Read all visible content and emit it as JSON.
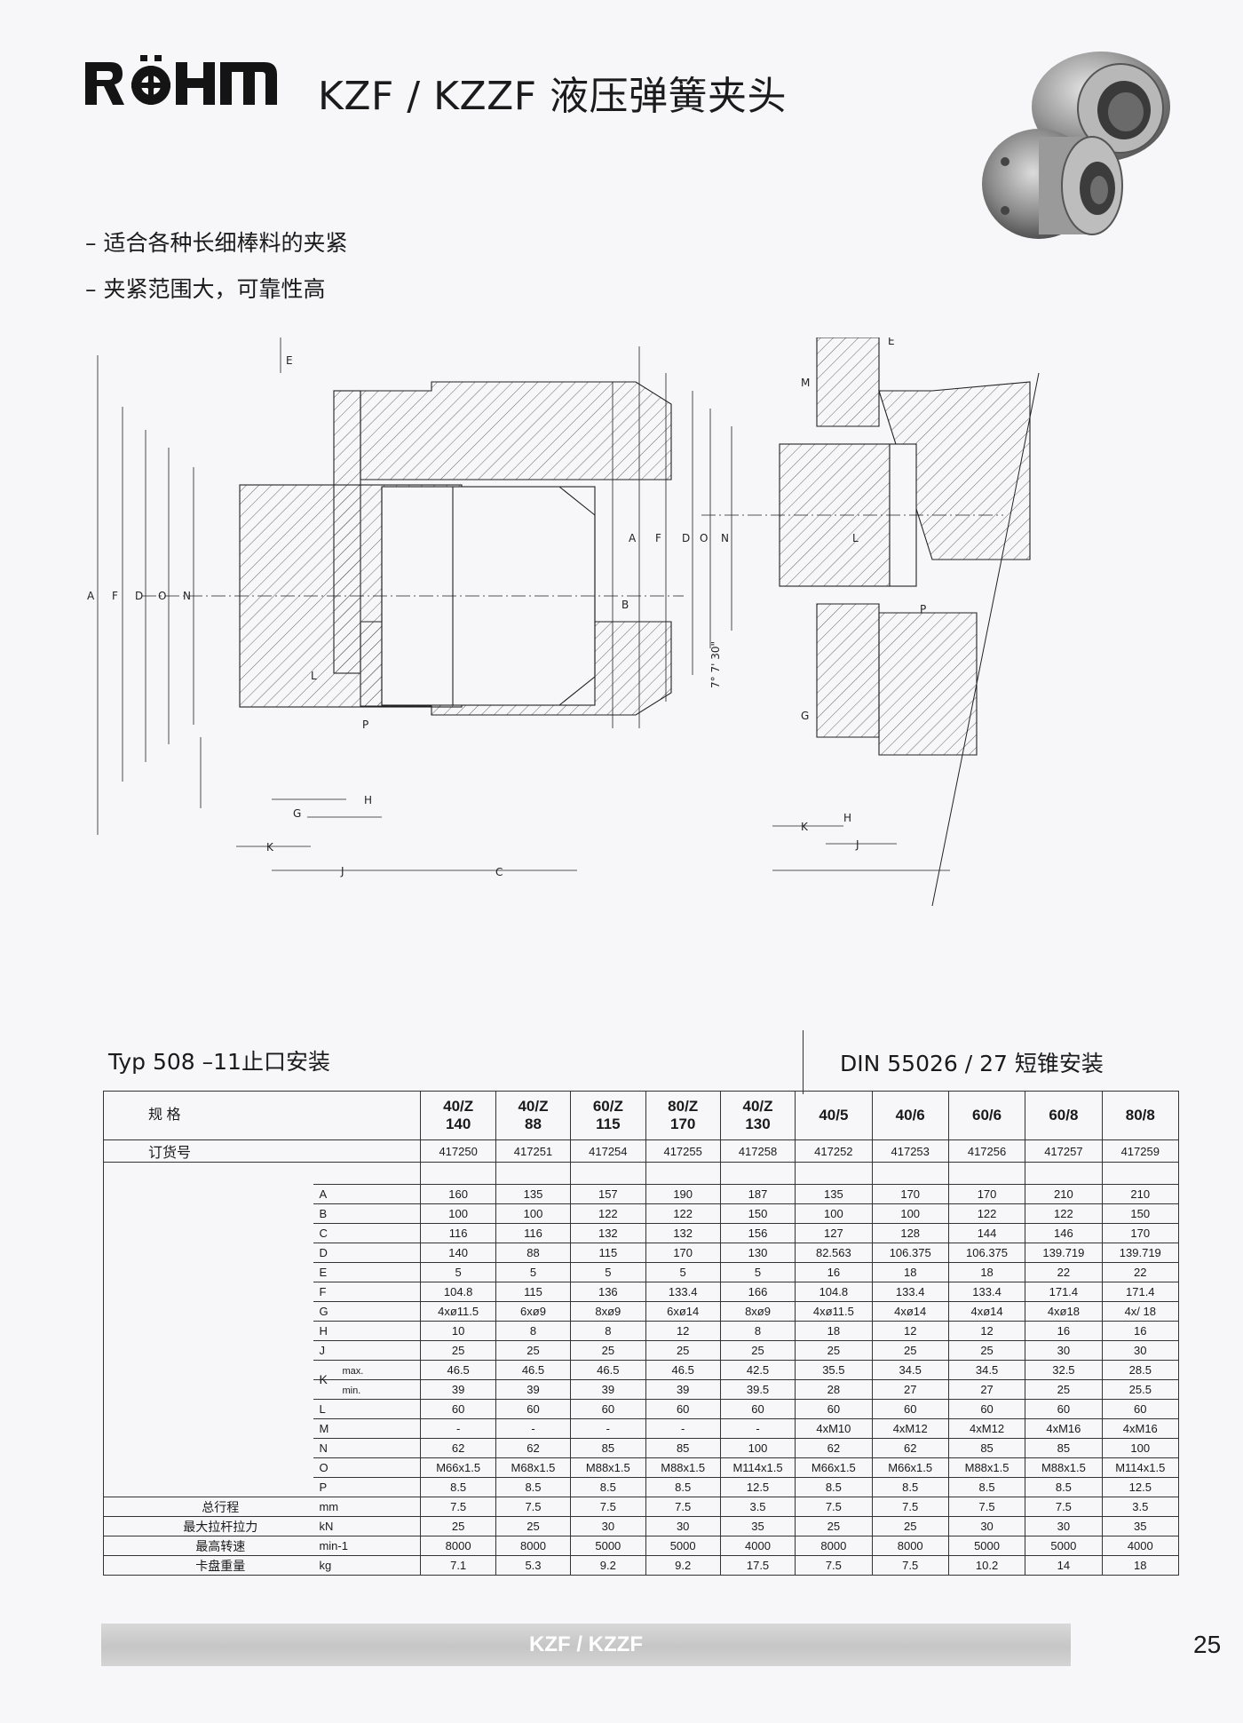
{
  "header": {
    "brand": "RÖHM",
    "title": "KZF / KZZF 液压弹簧夹头"
  },
  "features": [
    "– 适合各种长细棒料的夹紧",
    "– 夹紧范围大，可靠性高"
  ],
  "drawing": {
    "left_labels": [
      "A",
      "F",
      "D",
      "O",
      "N",
      "B",
      "E",
      "L",
      "P",
      "G",
      "H",
      "K",
      "J",
      "C"
    ],
    "right_labels": [
      "A",
      "F",
      "D",
      "O",
      "N",
      "E",
      "M",
      "L",
      "P",
      "G",
      "H",
      "K",
      "J"
    ],
    "angle": "7° 7' 30\""
  },
  "sections": {
    "left": "Typ 508 –11止口安装",
    "right": "DIN 55026 / 27 短锥安装"
  },
  "table": {
    "spec_label": "规 格",
    "order_label": "订货号",
    "models": [
      {
        "line1": "40/Z",
        "line2": "140"
      },
      {
        "line1": "40/Z",
        "line2": "88"
      },
      {
        "line1": "60/Z",
        "line2": "115"
      },
      {
        "line1": "80/Z",
        "line2": "170"
      },
      {
        "line1": "40/Z",
        "line2": "130"
      },
      {
        "line1": "40/5",
        "line2": ""
      },
      {
        "line1": "40/6",
        "line2": ""
      },
      {
        "line1": "60/6",
        "line2": ""
      },
      {
        "line1": "60/8",
        "line2": ""
      },
      {
        "line1": "80/8",
        "line2": ""
      }
    ],
    "order_numbers": [
      "417250",
      "417251",
      "417254",
      "417255",
      "417258",
      "417252",
      "417253",
      "417256",
      "417257",
      "417259"
    ],
    "dims": [
      {
        "label": "A",
        "values": [
          "160",
          "135",
          "157",
          "190",
          "187",
          "135",
          "170",
          "170",
          "210",
          "210"
        ]
      },
      {
        "label": "B",
        "values": [
          "100",
          "100",
          "122",
          "122",
          "150",
          "100",
          "100",
          "122",
          "122",
          "150"
        ]
      },
      {
        "label": "C",
        "values": [
          "116",
          "116",
          "132",
          "132",
          "156",
          "127",
          "128",
          "144",
          "146",
          "170"
        ]
      },
      {
        "label": "D",
        "values": [
          "140",
          "88",
          "115",
          "170",
          "130",
          "82.563",
          "106.375",
          "106.375",
          "139.719",
          "139.719"
        ]
      },
      {
        "label": "E",
        "values": [
          "5",
          "5",
          "5",
          "5",
          "5",
          "16",
          "18",
          "18",
          "22",
          "22"
        ]
      },
      {
        "label": "F",
        "values": [
          "104.8",
          "115",
          "136",
          "133.4",
          "166",
          "104.8",
          "133.4",
          "133.4",
          "171.4",
          "171.4"
        ]
      },
      {
        "label": "G",
        "values": [
          "4xø11.5",
          "6xø9",
          "8xø9",
          "6xø14",
          "8xø9",
          "4xø11.5",
          "4xø14",
          "4xø14",
          "4xø18",
          "4x/ 18"
        ]
      },
      {
        "label": "H",
        "values": [
          "10",
          "8",
          "8",
          "12",
          "8",
          "18",
          "12",
          "12",
          "16",
          "16"
        ]
      },
      {
        "label": "J",
        "values": [
          "25",
          "25",
          "25",
          "25",
          "25",
          "25",
          "25",
          "25",
          "30",
          "30"
        ]
      }
    ],
    "k_label": "K",
    "k_max_label": "max.",
    "k_min_label": "min.",
    "k_max": [
      "46.5",
      "46.5",
      "46.5",
      "46.5",
      "42.5",
      "35.5",
      "34.5",
      "34.5",
      "32.5",
      "28.5"
    ],
    "k_min": [
      "39",
      "39",
      "39",
      "39",
      "39.5",
      "28",
      "27",
      "27",
      "25",
      "25.5"
    ],
    "dims2": [
      {
        "label": "L",
        "values": [
          "60",
          "60",
          "60",
          "60",
          "60",
          "60",
          "60",
          "60",
          "60",
          "60"
        ]
      },
      {
        "label": "M",
        "values": [
          "-",
          "-",
          "-",
          "-",
          "-",
          "4xM10",
          "4xM12",
          "4xM12",
          "4xM16",
          "4xM16"
        ]
      },
      {
        "label": "N",
        "values": [
          "62",
          "62",
          "85",
          "85",
          "100",
          "62",
          "62",
          "85",
          "85",
          "100"
        ]
      },
      {
        "label": "O",
        "values": [
          "M66x1.5",
          "M68x1.5",
          "M88x1.5",
          "M88x1.5",
          "M114x1.5",
          "M66x1.5",
          "M66x1.5",
          "M88x1.5",
          "M88x1.5",
          "M114x1.5"
        ]
      },
      {
        "label": "P",
        "values": [
          "8.5",
          "8.5",
          "8.5",
          "8.5",
          "12.5",
          "8.5",
          "8.5",
          "8.5",
          "8.5",
          "12.5"
        ]
      }
    ],
    "footer_rows": [
      {
        "label": "总行程",
        "unit": "mm",
        "values": [
          "7.5",
          "7.5",
          "7.5",
          "7.5",
          "3.5",
          "7.5",
          "7.5",
          "7.5",
          "7.5",
          "3.5"
        ]
      },
      {
        "label": "最大拉杆拉力",
        "unit": "kN",
        "values": [
          "25",
          "25",
          "30",
          "30",
          "35",
          "25",
          "25",
          "30",
          "30",
          "35"
        ]
      },
      {
        "label": "最高转速",
        "unit": "min-1",
        "values": [
          "8000",
          "8000",
          "5000",
          "5000",
          "4000",
          "8000",
          "8000",
          "5000",
          "5000",
          "4000"
        ]
      },
      {
        "label": "卡盘重量",
        "unit": "kg",
        "values": [
          "7.1",
          "5.3",
          "9.2",
          "9.2",
          "17.5",
          "7.5",
          "7.5",
          "10.2",
          "14",
          "18"
        ]
      }
    ]
  },
  "footer": {
    "label": "KZF / KZZF",
    "page": "25"
  }
}
